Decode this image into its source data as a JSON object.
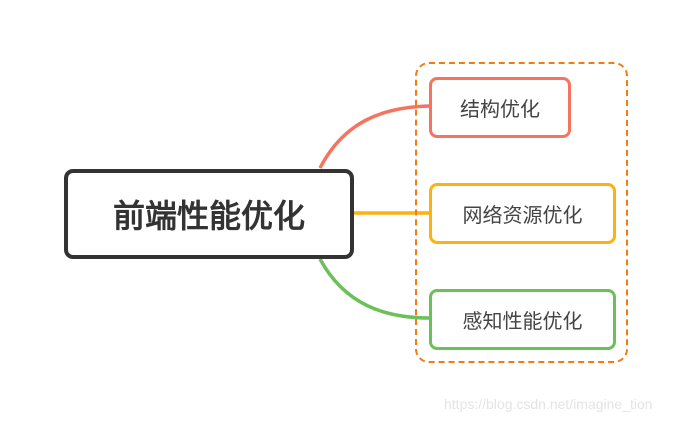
{
  "diagram": {
    "root": "前端性能优化",
    "children": [
      {
        "label": "结构优化",
        "color": "#f5735f"
      },
      {
        "label": "网络资源优化",
        "color": "#fdb112"
      },
      {
        "label": "感知性能优化",
        "color": "#6cc05a"
      }
    ],
    "group_border_color": "#f47a12"
  },
  "watermark": "https://blog.csdn.net/imagine_tion"
}
